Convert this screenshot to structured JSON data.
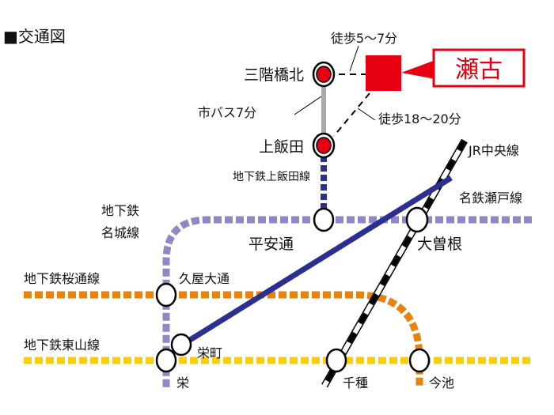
{
  "title": "■交通図",
  "destination": {
    "label": "瀬古",
    "color": "#e60012"
  },
  "walk_short": "徒歩5〜7分",
  "walk_long": "徒歩18〜20分",
  "bus": "市バス7分",
  "stations": {
    "sankaibashikita": "三階橋北",
    "kamiiida": "上飯田",
    "heiando": "平安通",
    "ozone": "大曽根",
    "hisaya": "久屋大通",
    "sakaemachi": "栄町",
    "sakae": "栄",
    "chikusa": "千種",
    "imaike": "今池"
  },
  "lines": {
    "kamiiida": {
      "label": "地下鉄上飯田線",
      "color": "#2b2f8f"
    },
    "meijo_1": "地下鉄",
    "meijo_2": "名城線",
    "meijo_color": "#8f87c6",
    "sakuradori": {
      "label": "地下鉄桜通線",
      "color": "#e8820f"
    },
    "higashiyama": {
      "label": "地下鉄東山線",
      "color": "#f5cf10"
    },
    "jr": "JR中央線",
    "meitetsu": {
      "label": "名鉄瀬戸線",
      "color": "#2b2f8f"
    }
  }
}
